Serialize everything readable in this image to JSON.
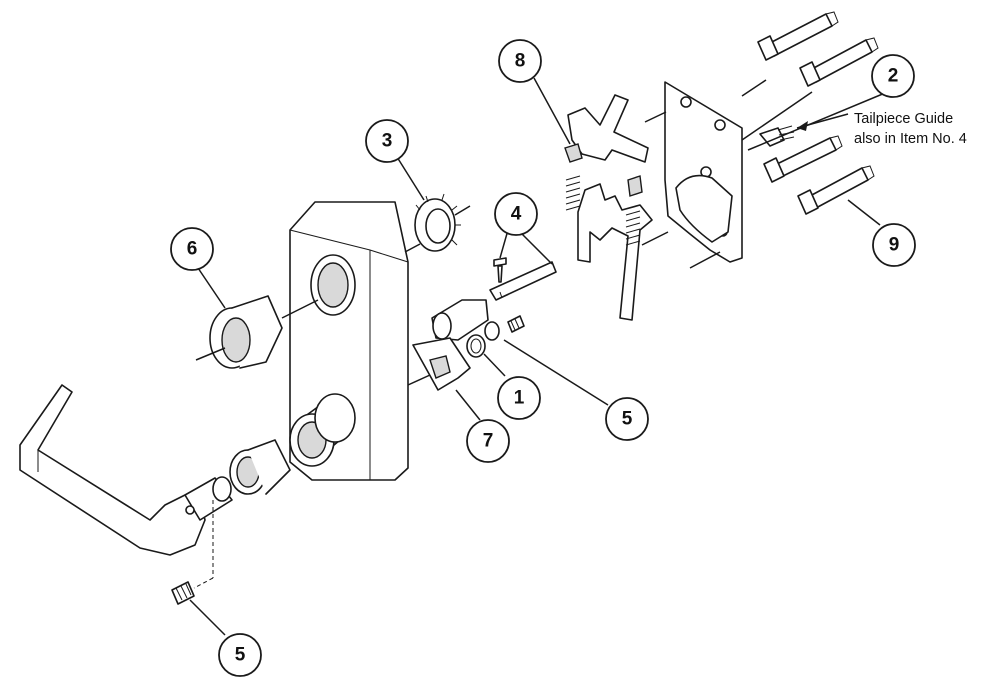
{
  "callouts": {
    "c1": "1",
    "c2": "2",
    "c3": "3",
    "c4": "4",
    "c5_right": "5",
    "c5_bottom": "5",
    "c6": "6",
    "c7": "7",
    "c8": "8",
    "c9": "9"
  },
  "note": {
    "line1": "Tailpiece Guide",
    "line2": "also in Item No. 4"
  },
  "colors": {
    "line": "#1a1a1a",
    "shade": "#d9d9d9",
    "background": "#ffffff"
  }
}
